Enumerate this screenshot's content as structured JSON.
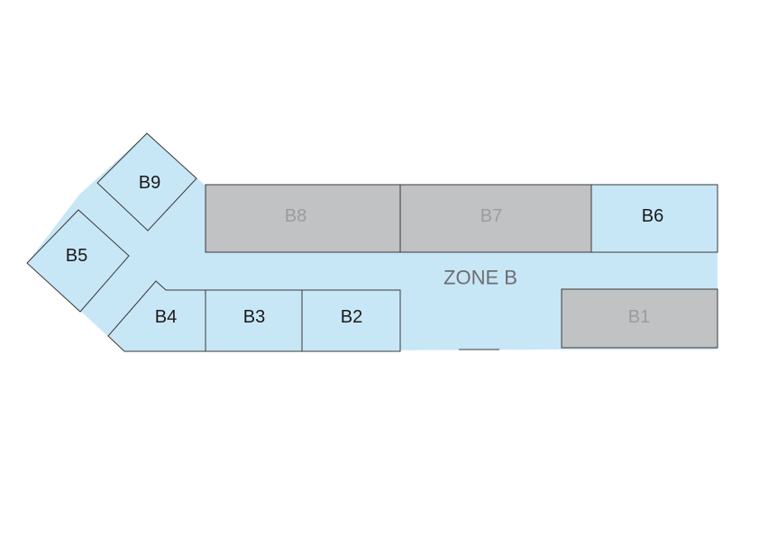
{
  "zone": {
    "label": "ZONE B"
  },
  "colors": {
    "available_fill": "#c8e7f6",
    "occupied_fill": "#c0c2c4",
    "available_text": "#1a1a1a",
    "occupied_text": "#9a9c9e",
    "zone_text": "#6d6e70",
    "outline": "#3a3a3a"
  },
  "units": [
    {
      "id": "B1",
      "label": "B1",
      "status": "occupied"
    },
    {
      "id": "B2",
      "label": "B2",
      "status": "available"
    },
    {
      "id": "B3",
      "label": "B3",
      "status": "available"
    },
    {
      "id": "B4",
      "label": "B4",
      "status": "available"
    },
    {
      "id": "B5",
      "label": "B5",
      "status": "available"
    },
    {
      "id": "B6",
      "label": "B6",
      "status": "available"
    },
    {
      "id": "B7",
      "label": "B7",
      "status": "occupied"
    },
    {
      "id": "B8",
      "label": "B8",
      "status": "occupied"
    },
    {
      "id": "B9",
      "label": "B9",
      "status": "available"
    }
  ]
}
